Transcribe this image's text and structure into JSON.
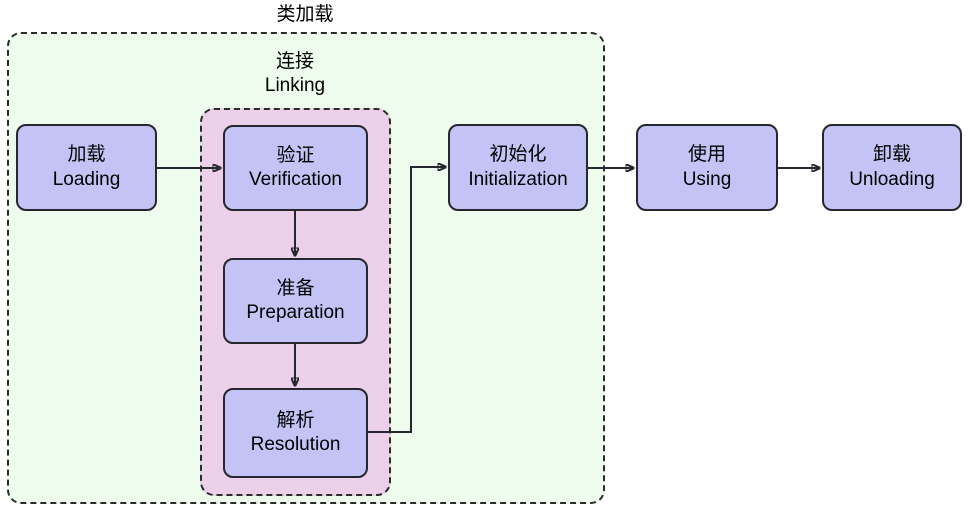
{
  "diagram": {
    "title_cn": "类加载",
    "groups": [
      {
        "id": "class-loading",
        "label_cn": "类加载",
        "label_en": "",
        "fill": "#eefcee",
        "border": "#2b2b2b",
        "style": "dashed"
      },
      {
        "id": "linking",
        "label_cn": "连接",
        "label_en": "Linking",
        "fill": "#eccfe8",
        "border": "#2b2b2b",
        "style": "dashed"
      }
    ],
    "nodes": [
      {
        "id": "loading",
        "label_cn": "加载",
        "label_en": "Loading"
      },
      {
        "id": "verification",
        "label_cn": "验证",
        "label_en": "Verification"
      },
      {
        "id": "preparation",
        "label_cn": "准备",
        "label_en": "Preparation"
      },
      {
        "id": "resolution",
        "label_cn": "解析",
        "label_en": "Resolution"
      },
      {
        "id": "initialization",
        "label_cn": "初始化",
        "label_en": "Initialization"
      },
      {
        "id": "using",
        "label_cn": "使用",
        "label_en": "Using"
      },
      {
        "id": "unloading",
        "label_cn": "卸载",
        "label_en": "Unloading"
      }
    ],
    "edges": [
      {
        "from": "loading",
        "to": "verification",
        "kind": "straight-horizontal"
      },
      {
        "from": "verification",
        "to": "preparation",
        "kind": "straight-vertical"
      },
      {
        "from": "preparation",
        "to": "resolution",
        "kind": "straight-vertical"
      },
      {
        "from": "resolution",
        "to": "initialization",
        "kind": "elbow"
      },
      {
        "from": "initialization",
        "to": "using",
        "kind": "straight-horizontal"
      },
      {
        "from": "using",
        "to": "unloading",
        "kind": "straight-horizontal"
      }
    ],
    "colors": {
      "node_fill": "#c3c3f5",
      "node_border": "#26262e",
      "group_class_loading_fill": "#eefcee",
      "group_linking_fill": "#eccfe8",
      "edge": "#26262e",
      "page_background": "#ffffff"
    }
  }
}
